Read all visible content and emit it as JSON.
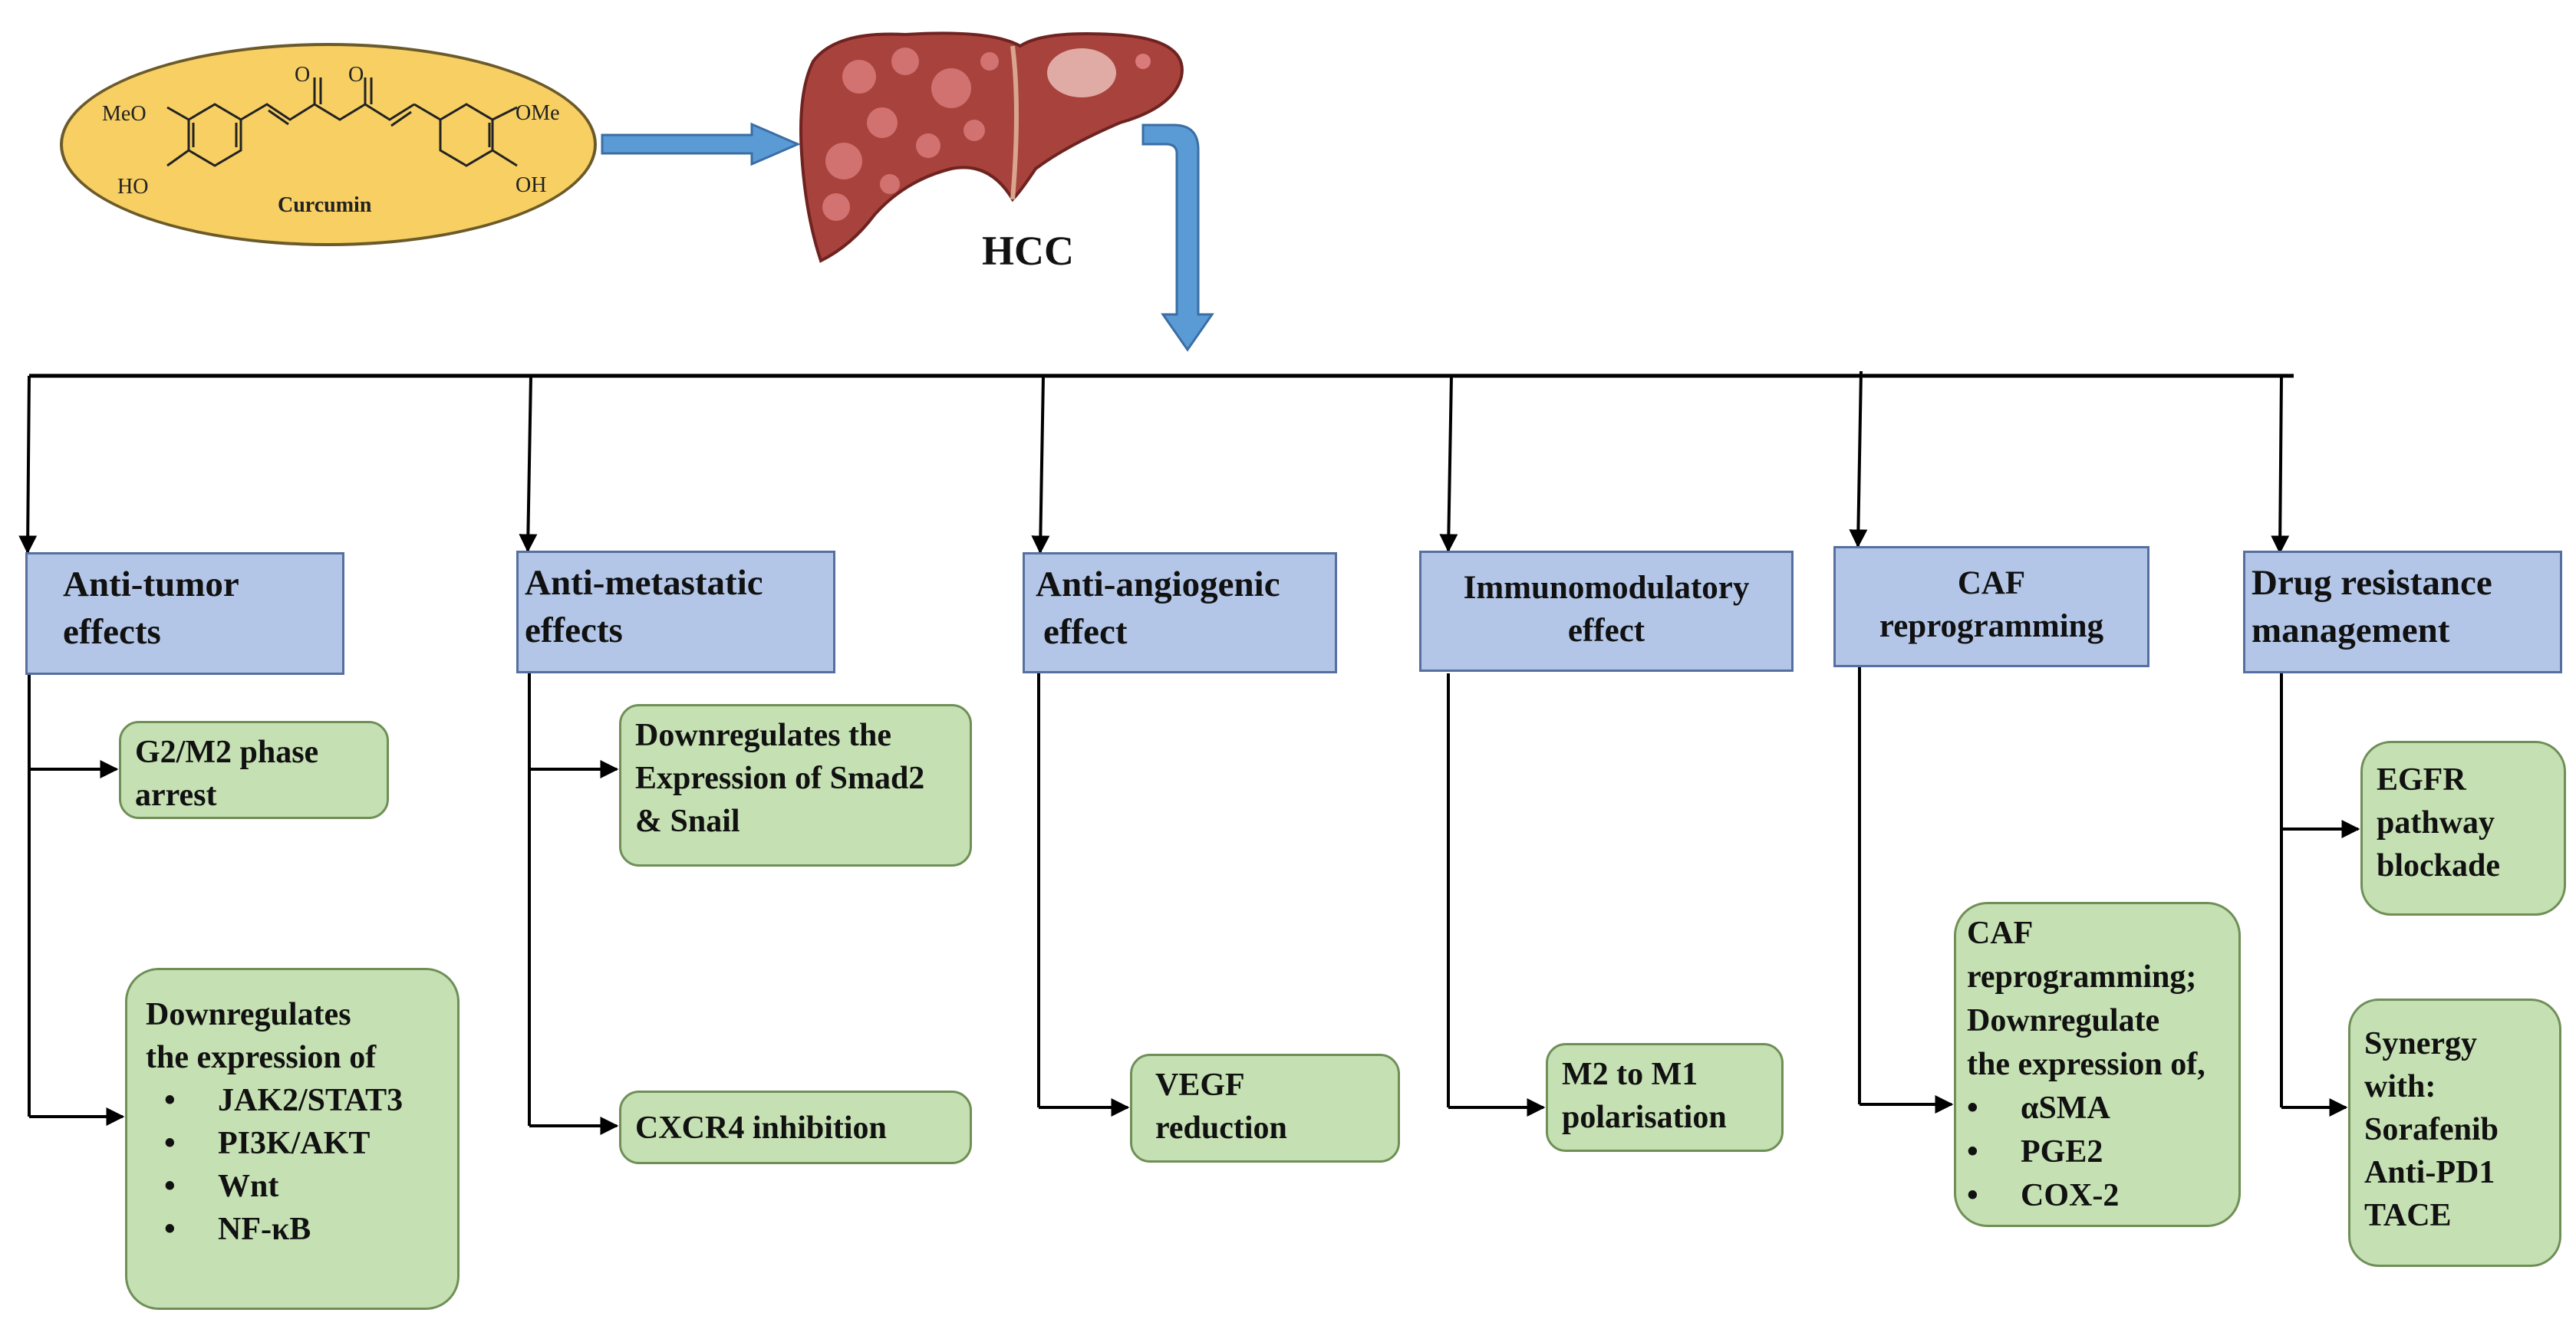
{
  "header": {
    "curcumin": {
      "name": "Curcumin",
      "labels": {
        "meo_left": "MeO",
        "oh_left": "HO",
        "ome_right": "OMe",
        "oh_right": "OH",
        "o_left": "O",
        "o_right": "O"
      }
    },
    "organ_label": "HCC"
  },
  "colors": {
    "category_fill": "#b3c6e7",
    "effect_fill": "#c5e0b3",
    "oval_fill": "#f7cf63",
    "arrow_blue": "#5b9bd5"
  },
  "categories": [
    {
      "title_lines": [
        "Anti-tumor",
        "effects"
      ],
      "effects": [
        {
          "lines": [
            "G2/M2 phase",
            "arrest"
          ],
          "bullets": []
        },
        {
          "lines": [
            "Downregulates",
            "the expression of"
          ],
          "bullets": [
            "JAK2/STAT3",
            "PI3K/AKT",
            "Wnt",
            "NF-κB"
          ]
        }
      ]
    },
    {
      "title_lines": [
        "Anti-metastatic",
        "effects"
      ],
      "effects": [
        {
          "lines": [
            "Downregulates the",
            "Expression of Smad2",
            "& Snail"
          ],
          "bullets": []
        },
        {
          "lines": [
            "CXCR4 inhibition"
          ],
          "bullets": []
        }
      ]
    },
    {
      "title_lines": [
        "Anti-angiogenic",
        "effect"
      ],
      "effects": [
        {
          "lines": [
            "VEGF",
            "reduction"
          ],
          "bullets": []
        }
      ]
    },
    {
      "title_lines": [
        "Immunomodulatory",
        "effect"
      ],
      "effects": [
        {
          "lines": [
            "M2 to M1",
            "polarisation"
          ],
          "bullets": []
        }
      ]
    },
    {
      "title_lines": [
        "CAF",
        "reprogramming"
      ],
      "effects": [
        {
          "lines": [
            "CAF",
            "reprogramming;",
            "Downregulate",
            "the expression of,"
          ],
          "bullets": [
            "αSMA",
            "PGE2",
            "COX-2"
          ]
        }
      ]
    },
    {
      "title_lines": [
        "Drug resistance",
        "management"
      ],
      "effects": [
        {
          "lines": [
            "EGFR",
            "pathway",
            "blockade"
          ],
          "bullets": []
        },
        {
          "lines": [
            "Synergy",
            "with:",
            "Sorafenib",
            "Anti-PD1",
            "TACE"
          ],
          "bullets": []
        }
      ]
    }
  ]
}
